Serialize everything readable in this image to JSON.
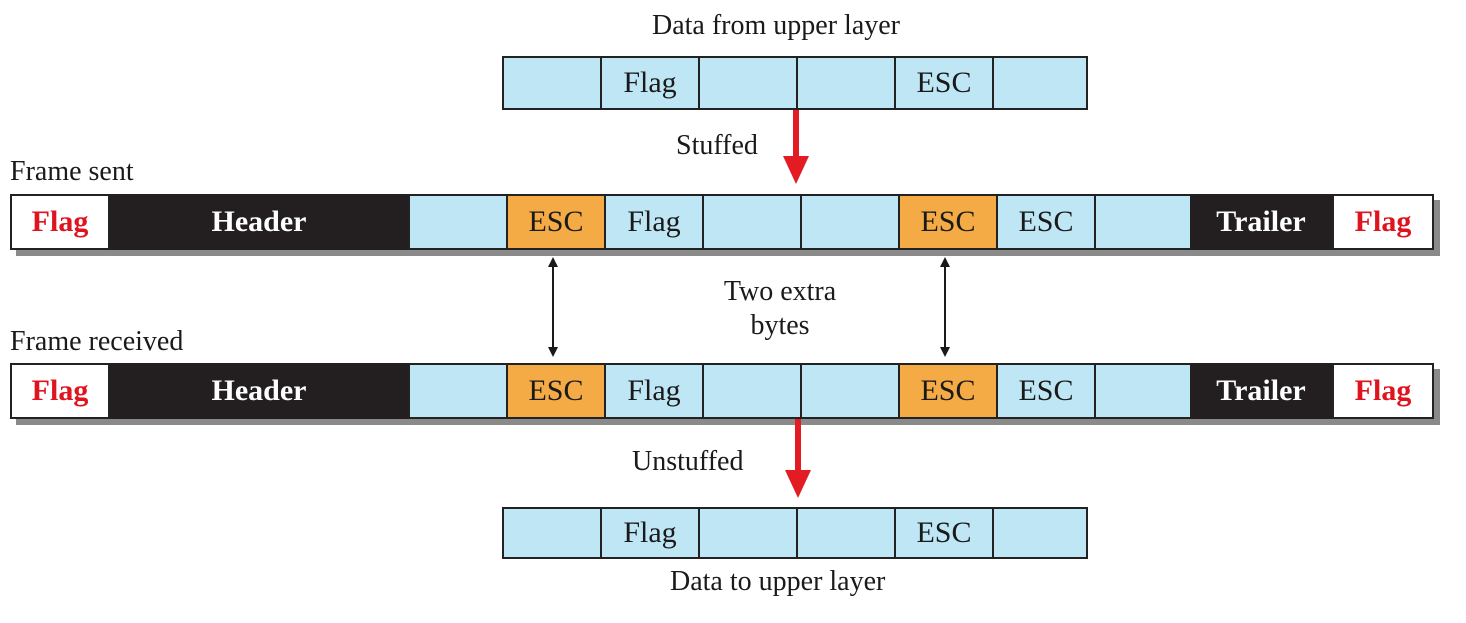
{
  "top": {
    "title": "Data from upper layer",
    "cells": [
      "",
      "Flag",
      "",
      "",
      "ESC",
      ""
    ]
  },
  "stuffed_label": "Stuffed",
  "frame_sent": {
    "label": "Frame sent",
    "flag_left": "Flag",
    "header": "Header",
    "payload": [
      "",
      "ESC",
      "Flag",
      "",
      "",
      "ESC",
      "ESC",
      ""
    ],
    "trailer": "Trailer",
    "flag_right": "Flag"
  },
  "extra_bytes_label_line1": "Two extra",
  "extra_bytes_label_line2": "bytes",
  "frame_received": {
    "label": "Frame received",
    "flag_left": "Flag",
    "header": "Header",
    "payload": [
      "",
      "ESC",
      "Flag",
      "",
      "",
      "ESC",
      "ESC",
      ""
    ],
    "trailer": "Trailer",
    "flag_right": "Flag"
  },
  "unstuffed_label": "Unstuffed",
  "bottom": {
    "title": "Data to upper layer",
    "cells": [
      "",
      "Flag",
      "",
      "",
      "ESC",
      ""
    ]
  },
  "colors": {
    "light_blue": "#bfe6f5",
    "escape_orange": "#f4ab45",
    "dark": "#231f20",
    "flag_red": "#e0141e",
    "arrow_red": "#e31b23"
  }
}
